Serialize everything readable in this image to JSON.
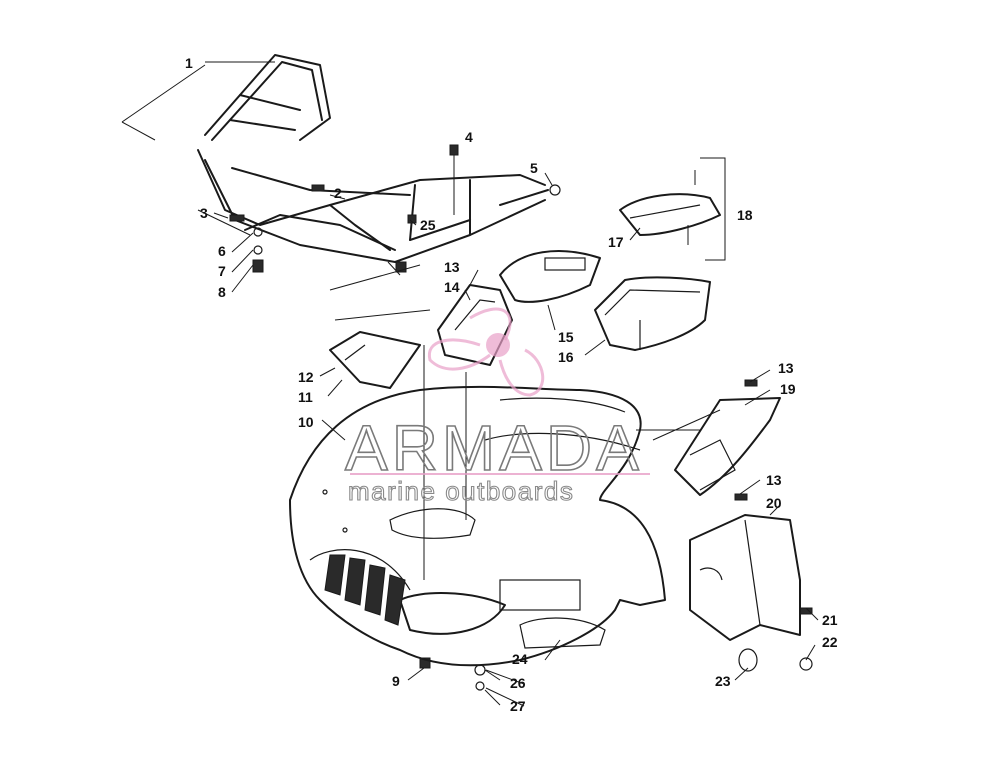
{
  "watermark": {
    "brand": "ARMADA",
    "tagline": "marine outboards",
    "accent_color": "#e8a0c8",
    "text_color": "#7a7a7a"
  },
  "callouts": [
    "1",
    "2",
    "3",
    "4",
    "5",
    "6",
    "7",
    "8",
    "9",
    "10",
    "11",
    "12",
    "13",
    "13",
    "13",
    "14",
    "15",
    "16",
    "17",
    "18",
    "19",
    "20",
    "21",
    "22",
    "23",
    "24",
    "25",
    "26",
    "27"
  ],
  "colors": {
    "line": "#1a1a1a",
    "background": "#ffffff"
  }
}
